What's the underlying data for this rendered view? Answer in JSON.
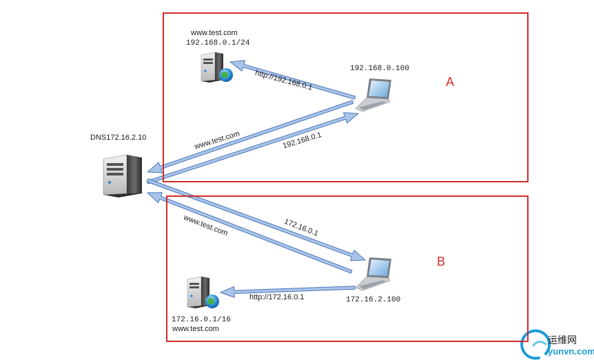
{
  "zones": {
    "a": {
      "letter": "A"
    },
    "b": {
      "letter": "B"
    }
  },
  "dns": {
    "label": "DNS172.16.2.10"
  },
  "server_a": {
    "domain": "www.test.com",
    "ip": "192.168.0.1/24"
  },
  "client_a": {
    "ip": "192.168.0.100"
  },
  "server_b": {
    "ip": "172.16.0.1/16",
    "domain": "www.test.com"
  },
  "client_b": {
    "ip": "172.16.2.100"
  },
  "arrows": {
    "client_a_to_server_a": "http://192.168.0.1",
    "client_a_to_dns": "www.test.com",
    "dns_to_client_a": "192.168.0.1",
    "client_b_to_dns": "www.test.com",
    "dns_to_client_b": "172.16.0.1",
    "client_b_to_server_b": "http://172.16.0.1"
  },
  "watermark": {
    "cn": "运维网",
    "url": "yunvn.com"
  },
  "colors": {
    "zone_border": "#d42a2a",
    "arrow_fill": "#a9c4e8",
    "arrow_stroke": "#4a76b8"
  }
}
